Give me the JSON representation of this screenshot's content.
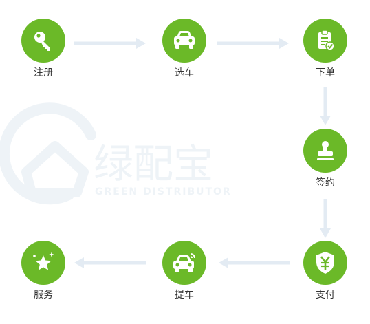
{
  "watermark": {
    "brand_cn": "绿配宝",
    "brand_en": "GREEN DISTRIBUTOR"
  },
  "colors": {
    "accent": "#6bb928",
    "arrow": "#e3ebf3",
    "label": "#333333",
    "watermark": "#eef3f7"
  },
  "steps": [
    {
      "label": "注册",
      "icon": "key-icon"
    },
    {
      "label": "选车",
      "icon": "car-icon"
    },
    {
      "label": "下单",
      "icon": "clipboard-check-icon"
    },
    {
      "label": "签约",
      "icon": "stamp-icon"
    },
    {
      "label": "支付",
      "icon": "yen-shield-icon"
    },
    {
      "label": "提车",
      "icon": "car-signal-icon"
    },
    {
      "label": "服务",
      "icon": "star-sparkle-icon"
    }
  ]
}
